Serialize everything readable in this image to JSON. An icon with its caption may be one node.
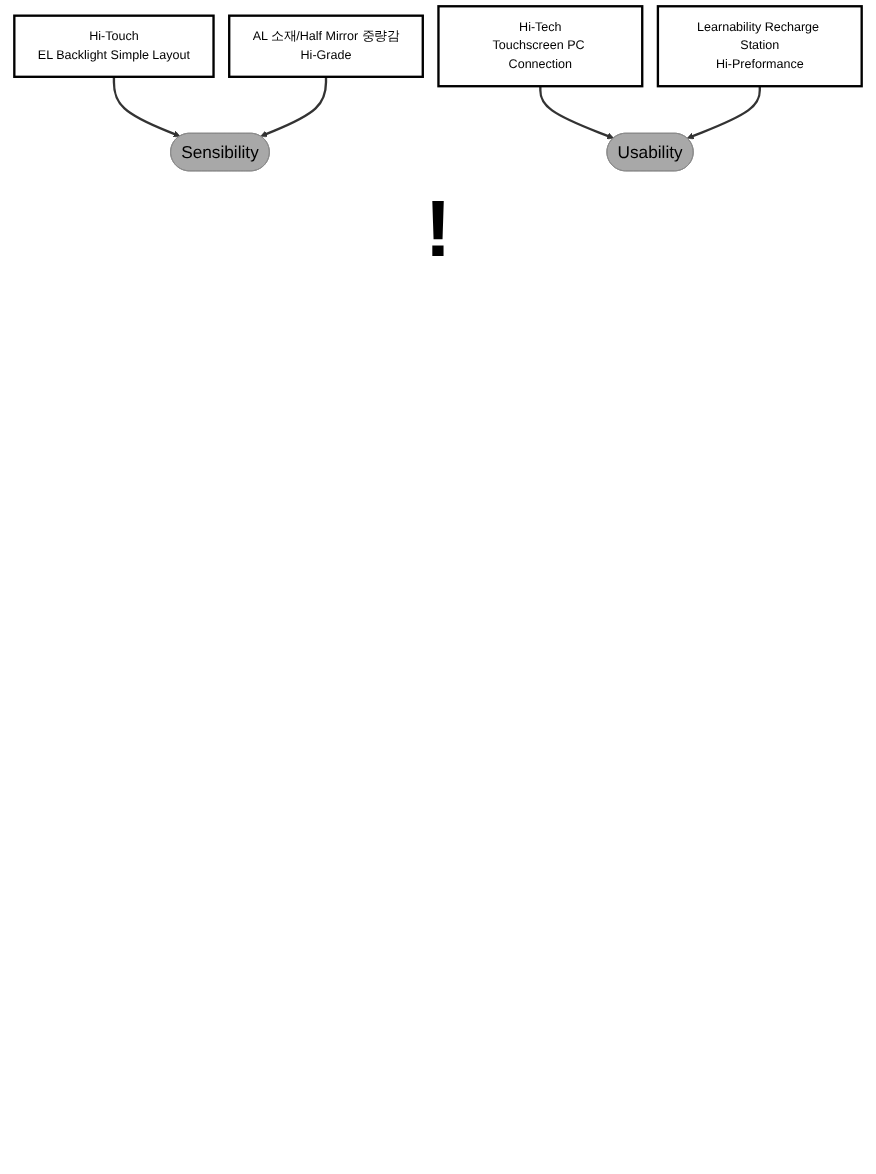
{
  "diagram": {
    "nodes": [
      {
        "text": [
          "Hi-Touch",
          "EL Backlight Simple Layout"
        ]
      },
      {
        "text": [
          "Hi-Tech",
          "Touchscreen PC Connection"
        ]
      },
      {
        "text": [
          "Sensibility"
        ]
      },
      {
        "text": [
          "Usability"
        ]
      },
      {
        "text": [
          "AL 소재/Half Mirror 중량감",
          "Hi-Grade"
        ]
      },
      {
        "text": [
          "Learnability Recharge Station",
          "Hi-Preformance"
        ]
      }
    ],
    "edges": [
      {
        "from": 0,
        "to": 2,
        "arrow": "to"
      },
      {
        "from": 1,
        "to": 3,
        "arrow": "to"
      },
      {
        "from": 4,
        "to": 2,
        "arrow": "to"
      },
      {
        "from": 5,
        "to": 3,
        "arrow": "to"
      }
    ],
    "labels": [
      "!"
    ]
  }
}
